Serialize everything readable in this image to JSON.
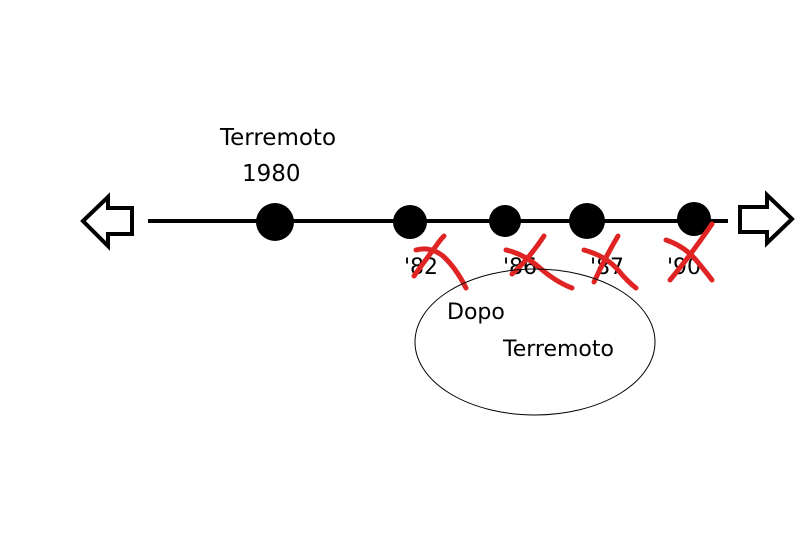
{
  "event": {
    "title": "Terremoto",
    "year": "1980"
  },
  "ticks": [
    {
      "label": "'82",
      "crossed": true
    },
    {
      "label": "'86",
      "crossed": true
    },
    {
      "label": "'87",
      "crossed": true
    },
    {
      "label": "'90",
      "crossed": true
    }
  ],
  "ellipse_note": {
    "line1": "Dopo",
    "line2": "Terremoto"
  },
  "icons": {
    "left": "arrow-left-icon",
    "right": "arrow-right-icon"
  },
  "colors": {
    "ink": "#000000",
    "cross_mark": "#e02424",
    "background": "#ffffff"
  }
}
